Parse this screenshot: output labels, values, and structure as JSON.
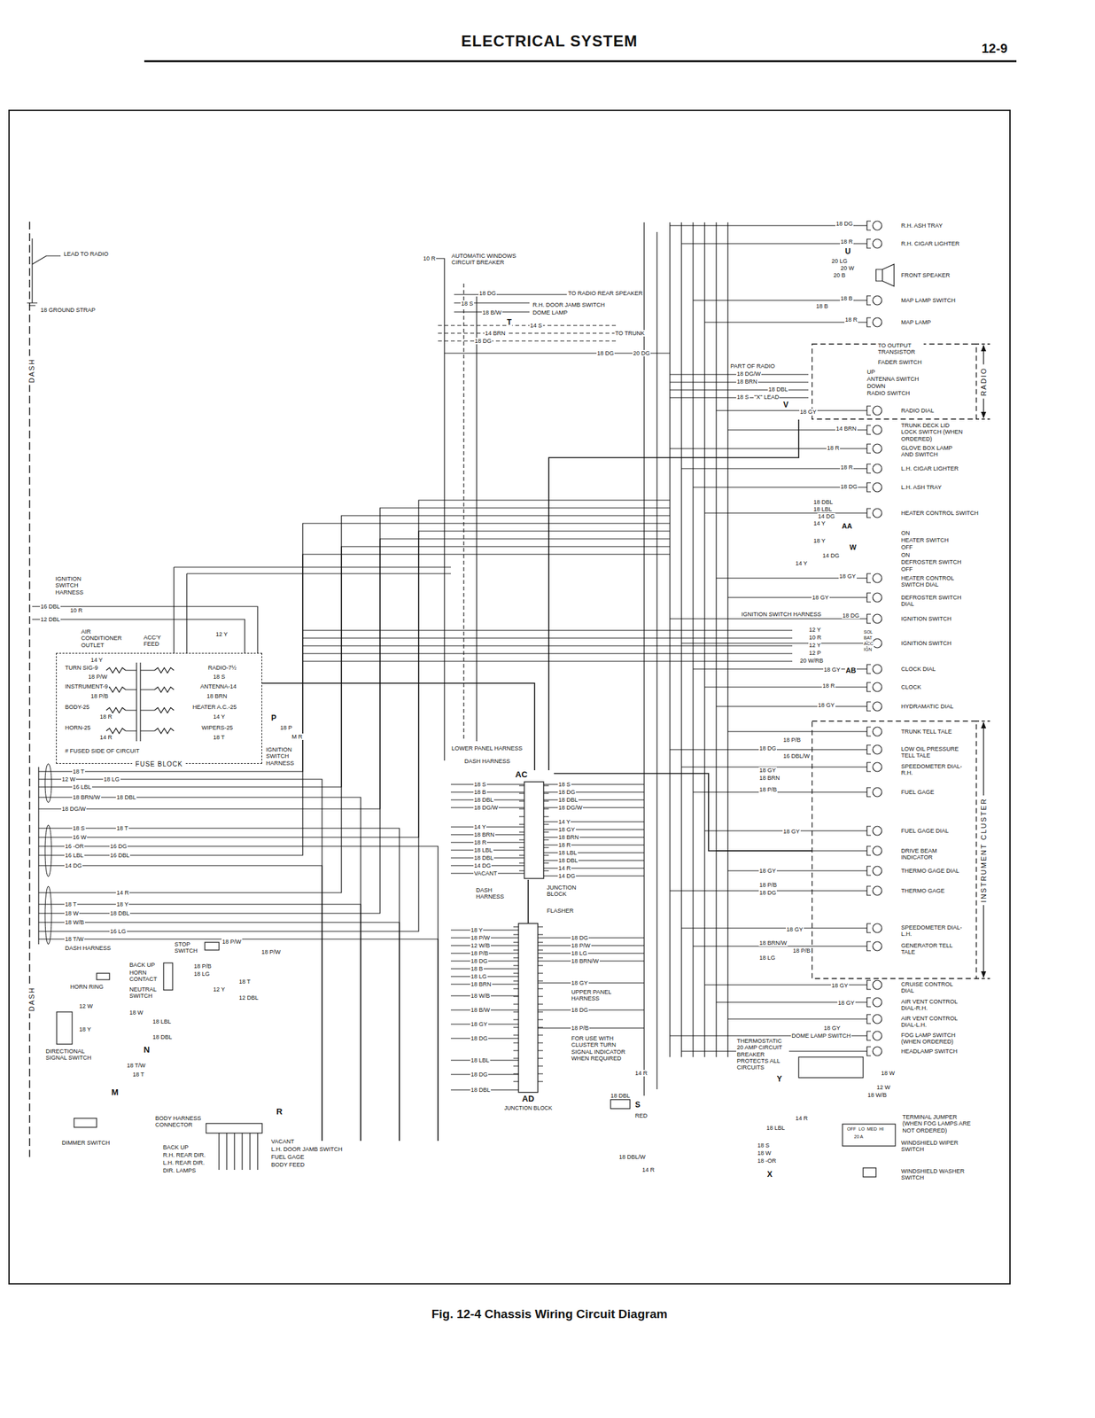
{
  "diagram": {
    "title": "ELECTRICAL SYSTEM",
    "caption": "Fig. 12-4 Chassis Wiring Circuit Diagram",
    "nodes": [
      {
        "text": [
          "FUSE BLOCK"
        ]
      },
      {
        "text": [
          "RADIO"
        ]
      },
      {
        "text": [
          "INSTRUMENT CLUSTER"
        ]
      },
      {
        "text": [
          "AC"
        ]
      },
      {
        "text": [
          "AD",
          "JUNCTION BLOCK"
        ]
      }
    ],
    "edges": [
      {
        "from": 0,
        "to": 3,
        "arrow": "none"
      },
      {
        "from": 3,
        "to": 4,
        "arrow": "none"
      },
      {
        "from": 3,
        "to": 2,
        "arrow": "none"
      },
      {
        "from": 3,
        "to": 1,
        "arrow": "none"
      }
    ],
    "labels": [
      "12-9",
      "R.H. ASH TRAY",
      "R.H. CIGAR LIGHTER",
      "FRONT SPEAKER",
      "MAP LAMP SWITCH",
      "MAP LAMP",
      "TO OUTPUT TRANSISTOR",
      "FADER SWITCH",
      "UP",
      "ANTENNA SWITCH",
      "DOWN",
      "RADIO SWITCH",
      "RADIO DIAL",
      "TRUNK DECK LID LOCK SWITCH (WHEN ORDERED)",
      "GLOVE BOX LAMP AND SWITCH",
      "L.H. CIGAR LIGHTER",
      "L.H. ASH TRAY",
      "HEATER CONTROL SWITCH",
      "ON",
      "HEATER SWITCH",
      "OFF",
      "ON",
      "DEFROSTER SWITCH",
      "OFF",
      "HEATER CONTROL SWITCH DIAL",
      "DEFROSTER SWITCH DIAL",
      "IGNITION SWITCH",
      "IGNITION SWITCH",
      "CLOCK DIAL",
      "CLOCK",
      "HYDRAMATIC DIAL",
      "TRUNK TELL TALE",
      "LOW OIL PRESSURE TELL TALE",
      "SPEEDOMETER DIAL-R.H.",
      "FUEL GAGE",
      "FUEL GAGE DIAL",
      "DRIVE BEAM INDICATOR",
      "THERMO GAGE DIAL",
      "THERMO GAGE",
      "SPEEDOMETER DIAL-L.H.",
      "GENERATOR TELL TALE",
      "CRUISE CONTROL DIAL",
      "AIR VENT CONTROL DIAL-R.H.",
      "AIR VENT CONTROL DIAL-L.H.",
      "FOG LAMP SWITCH (WHEN ORDERED)",
      "HEADLAMP SWITCH",
      "TERMINAL JUMPER (WHEN FOG LAMPS ARE NOT ORDERED)",
      "WINDSHIELD WIPER SWITCH",
      "WINDSHIELD WASHER SWITCH",
      "PART OF RADIO",
      "18 DG/W",
      "18 BRN",
      "18 DBL",
      "18 S",
      "\"X\" LEAD",
      "V",
      "18 GY",
      "18 DG",
      "18 R",
      "U",
      "20 LG",
      "20 W",
      "20 B",
      "18 B",
      "18 B",
      "18 R",
      "14 BRN",
      "18 R",
      "18 R",
      "18 DG",
      "18 DBL",
      "18 LBL",
      "14 DG",
      "14 Y",
      "AA",
      "18 Y",
      "W",
      "14 DG",
      "14 Y",
      "18 GY",
      "18 GY",
      "IGNITION SWITCH HARNESS",
      "18 DG",
      "12 Y",
      "10 R",
      "12 Y",
      "12 P",
      "20 W/RB",
      "SOL",
      "BAT",
      "ACC",
      "IGN",
      "AB",
      "18 GY",
      "18 R",
      "18 GY",
      "18 P/B",
      "18 DG",
      "16 DBL/W",
      "18 GY",
      "18 BRN",
      "18 P/B",
      "18 GY",
      "18 GY",
      "18 P/B",
      "18 DG",
      "18 GY",
      "18 BRN/W",
      "18 P/B",
      "18 LG",
      "18 GY",
      "18 GY",
      "18 GY",
      "THERMOSTATIC 20 AMP CIRCUIT BREAKER PROTECTS ALL CIRCUITS",
      "DOME LAMP SWITCH",
      "Y",
      "18 W",
      "12 W",
      "18 W/B",
      "14 R",
      "18 LBL",
      "18 S",
      "18 W",
      "18 -OR",
      "X",
      "OFF",
      "LO",
      "MED",
      "HI",
      "20 A",
      "14 R",
      "18 DBL",
      "S",
      "RED",
      "18 DBL/W",
      "14 R",
      "LOWER PANEL HARNESS",
      "DASH HARNESS",
      "18 S",
      "18 B",
      "18 DBL",
      "18 DG/W",
      "14 Y",
      "18 BRN",
      "18 R",
      "18 LBL",
      "18 DBL",
      "14 DG",
      "VACANT",
      "18 S",
      "18 DG",
      "18 DBL",
      "18 DG/W",
      "14 Y",
      "18 GY",
      "18 BRN",
      "18 R",
      "18 LBL",
      "18 DBL",
      "14 R",
      "14 DG",
      "DASH HARNESS",
      "JUNCTION BLOCK",
      "FLASHER",
      "18 Y",
      "18 P/W",
      "12 W/B",
      "18 P/B",
      "18 DG",
      "18 B",
      "18 LG",
      "18 BRN",
      "18 W/B",
      "18 B/W",
      "18 GY",
      "18 DG",
      "18 LBL",
      "18 DG",
      "18 DBL",
      "18 DG",
      "18 P/W",
      "18 LG",
      "18 BRN/W",
      "18 GY",
      "18 DG",
      "18 P/B",
      "UPPER PANEL HARNESS",
      "FOR USE WITH CLUSTER TURN SIGNAL INDICATOR WHEN REQUIRED",
      "DASH",
      "HORN RING",
      "STOP SWITCH",
      "18 P/W",
      "18 P/W",
      "BACK UP",
      "HORN CONTACT",
      "NEUTRAL SWITCH",
      "18 P/B",
      "18 LG",
      "18 T",
      "12 Y",
      "12 DBL",
      "12 W",
      "18 Y",
      "18 W",
      "18 LBL",
      "18 DBL",
      "DIRECTIONAL SIGNAL SWITCH",
      "N",
      "18 T/W",
      "18 T",
      "M",
      "DIMMER SWITCH",
      "BODY HARNESS CONNECTOR",
      "R",
      "BACK UP",
      "R.H. REAR DIR.",
      "L.H. REAR DIR.",
      "DIR. LAMPS",
      "VACANT",
      "L.H. DOOR JAMB SWITCH",
      "FUEL GAGE",
      "BODY FEED",
      "18 T",
      "12 W",
      "18 LG",
      "16 LBL",
      "18 BRN/W",
      "18 DBL",
      "18 DG/W",
      "18 S",
      "18 T",
      "16 W",
      "16 -OR",
      "16 DG",
      "16 LBL",
      "16 DBL",
      "14 DG",
      "14 R",
      "18 T",
      "18 Y",
      "18 W",
      "18 DBL",
      "18 W/B",
      "16 LG",
      "18 T/W",
      "DASH HARNESS",
      "LEAD TO RADIO",
      "18 GROUND STRAP",
      "DASH",
      "IGNITION SWITCH HARNESS",
      "16 DBL",
      "10 R",
      "12 DBL",
      "AIR CONDITIONER OUTLET",
      "ACC'Y FEED",
      "12 Y",
      "14 Y",
      "TURN SIG-9",
      "18 P/W",
      "INSTRUMENT-9",
      "18 P/B",
      "BODY-25",
      "18 R",
      "HORN-25",
      "14 R",
      "RADIO-7½",
      "18 S",
      "ANTENNA-14",
      "18 BRN",
      "HEATER A.C.-25",
      "14 Y",
      "WIPERS-25",
      "18 T",
      "# FUSED SIDE OF CIRCUIT",
      "P",
      "18 P",
      "M R",
      "IGNITION SWITCH HARNESS",
      "10 R",
      "AUTOMATIC WINDOWS CIRCUIT BREAKER",
      "18 DG",
      "TO RADIO REAR SPEAKER",
      "18 S",
      "18 B/W",
      "R.H. DOOR JAMB SWITCH",
      "DOME LAMP",
      "T",
      "14 S",
      "14 BRN",
      "18 DG",
      "TO TRUNK",
      "18 DG",
      "20 DG"
    ]
  }
}
